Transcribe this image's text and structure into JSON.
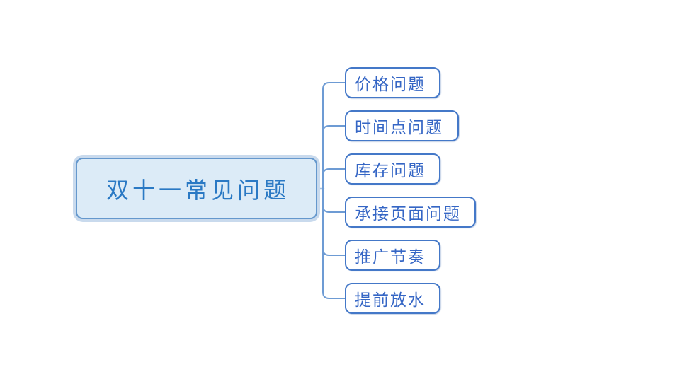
{
  "diagram": {
    "type": "mindmap",
    "root": {
      "label": "双十一常见问题"
    },
    "children": [
      {
        "label": "价格问题"
      },
      {
        "label": "时间点问题"
      },
      {
        "label": "库存问题"
      },
      {
        "label": "承接页面问题"
      },
      {
        "label": "推广节奏"
      },
      {
        "label": "提前放水"
      }
    ],
    "colors": {
      "background": "#ffffff",
      "root_fill": "#dcebf7",
      "root_border": "#6598cd",
      "root_outer_ring": "#c9daed",
      "root_text": "#2a79c4",
      "child_fill": "#ffffff",
      "child_border": "#4478c8",
      "child_text": "#3566c5",
      "connector": "#6d9bd4",
      "root_stub": "#a3bfe0"
    }
  }
}
